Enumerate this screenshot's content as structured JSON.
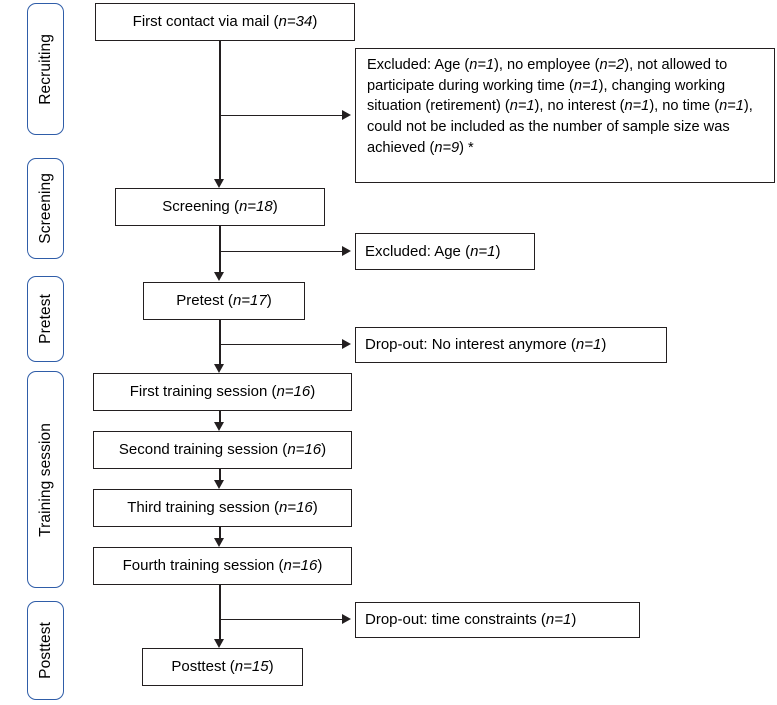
{
  "diagram": {
    "type": "participant-flow-chart",
    "accent_color": "#2F5DA8",
    "box_border_color": "#231f20",
    "background": "#ffffff"
  },
  "phases": [
    {
      "id": "recruiting",
      "label": "Recruiting"
    },
    {
      "id": "screening",
      "label": "Screening"
    },
    {
      "id": "pretest",
      "label": "Pretest"
    },
    {
      "id": "training-session",
      "label": "Training session"
    },
    {
      "id": "posttest",
      "label": "Posttest"
    }
  ],
  "flow": {
    "first_contact": {
      "label": "First contact via mail (",
      "n": "n=34",
      "close": ")"
    },
    "screening": {
      "label": "Screening (",
      "n": "n=18",
      "close": ")"
    },
    "pretest": {
      "label": "Pretest (",
      "n": "n=17",
      "close": ")"
    },
    "training_1": {
      "label": "First training session (",
      "n": "n=16",
      "close": ")"
    },
    "training_2": {
      "label": "Second training session (",
      "n": "n=16",
      "close": ")"
    },
    "training_3": {
      "label": "Third training session (",
      "n": "n=16",
      "close": ")"
    },
    "training_4": {
      "label": "Fourth training session (",
      "n": "n=16",
      "close": ")"
    },
    "posttest": {
      "label": "Posttest (",
      "n": "n=15",
      "close": ")"
    }
  },
  "exclusions": {
    "recruiting_excluded": {
      "p1": "Excluded: Age (",
      "n1": "n=1",
      "p2": "), no employee (",
      "n2": "n=2",
      "p3": "), not allowed to participate during working time (",
      "n3": "n=1",
      "p4": "), changing working situation (retirement) (",
      "n4": "n=1",
      "p5": "), no interest (",
      "n5": "n=1",
      "p6": "), no time (",
      "n6": "n=1",
      "p7": "), could not be included as the number of sample size was achieved (",
      "n7": "n=9",
      "p8": ") *"
    },
    "screening_excluded": {
      "label": "Excluded: Age (",
      "n": "n=1",
      "close": ")"
    },
    "pretest_dropout": {
      "label": "Drop-out: No interest anymore (",
      "n": "n=1",
      "close": ")"
    },
    "training_dropout": {
      "label": "Drop-out: time constraints (",
      "n": "n=1",
      "close": ")"
    }
  }
}
